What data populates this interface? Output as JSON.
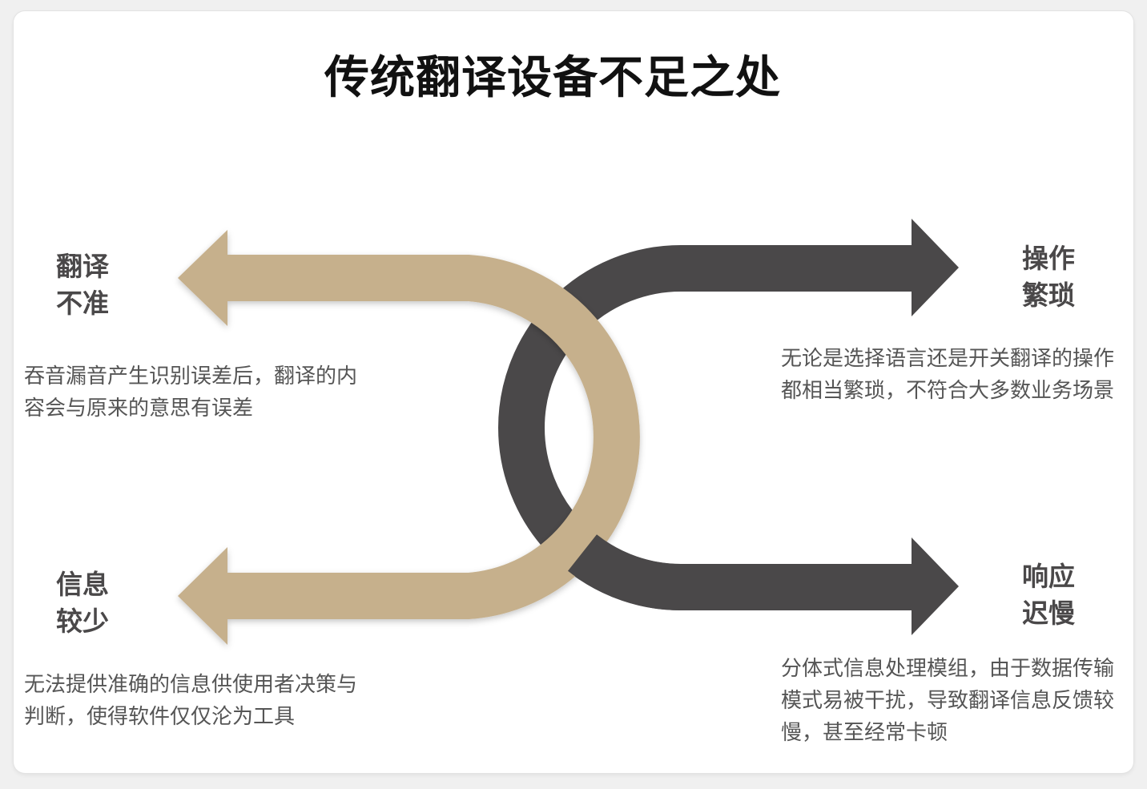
{
  "title": "传统翻译设备不足之处",
  "colors": {
    "tan": "#c6b08c",
    "dark": "#4a4849",
    "heading": "#4a4849",
    "text": "#555555"
  },
  "items": [
    {
      "heading": "翻译\n不准",
      "desc": "吞音漏音产生识别误差后，翻译的内容会与原来的意思有误差"
    },
    {
      "heading": "操作\n繁琐",
      "desc": "无论是选择语言还是开关翻译的操作都相当繁琐，不符合大多数业务场景"
    },
    {
      "heading": "信息\n较少",
      "desc": "无法提供准确的信息供使用者决策与判断，使得软件仅仅沦为工具"
    },
    {
      "heading": "响应\n迟慢",
      "desc": "分体式信息处理模组，由于数据传输模式易被干扰，导致翻译信息反馈较慢，甚至经常卡顿"
    }
  ]
}
